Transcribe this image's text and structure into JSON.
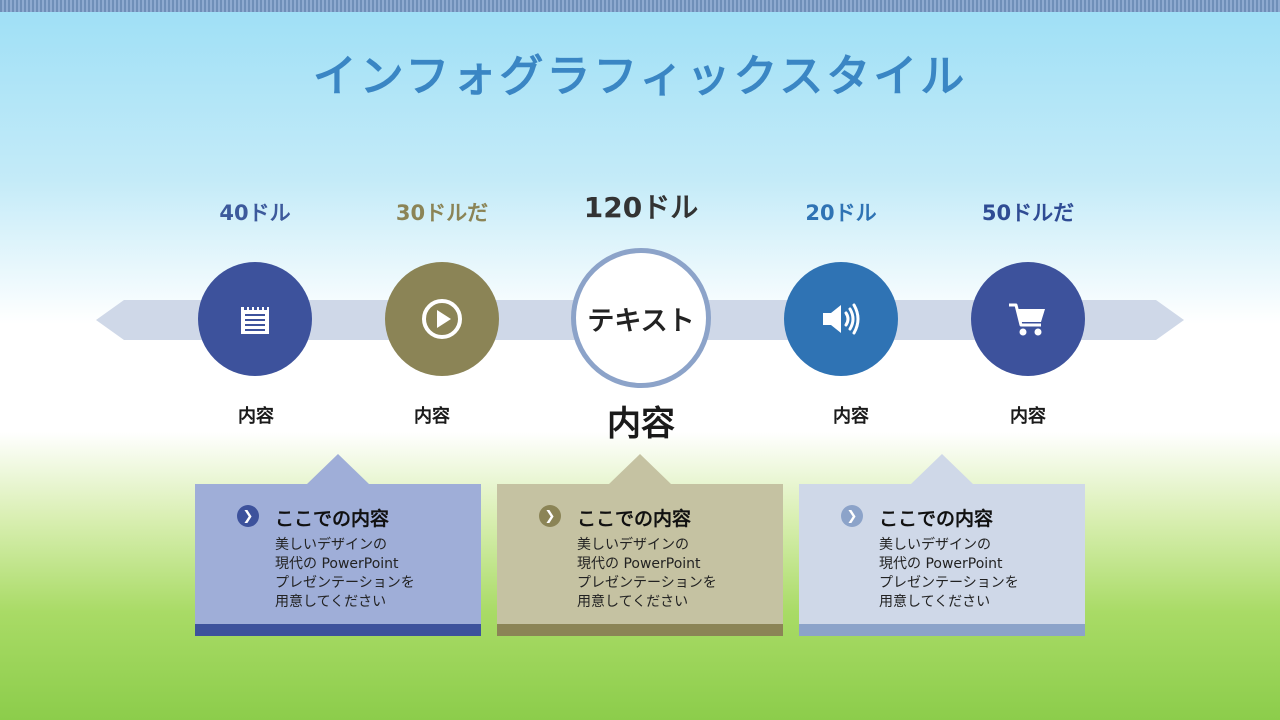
{
  "title": "インフォグラフィックスタイル",
  "prices": [
    "40ドル",
    "30ドルだ",
    "120ドル",
    "20ドル",
    "50ドルだ"
  ],
  "center_text": "テキスト",
  "labels": [
    "内容",
    "内容",
    "内容",
    "内容",
    "内容"
  ],
  "icons": [
    "notepad-icon",
    "play-icon",
    "speaker-icon",
    "cart-icon"
  ],
  "colors": {
    "blue": "#3d529c",
    "olive": "#8b8456",
    "mid_blue": "#2f73b4",
    "light_blue": "#8ca3c9",
    "band": "#cfd8e8"
  },
  "cards": [
    {
      "title": "ここでの内容",
      "lines": [
        "美しいデザインの",
        "現代の PowerPoint",
        "プレゼンテーションを",
        "用意してください"
      ]
    },
    {
      "title": "ここでの内容",
      "lines": [
        "美しいデザインの",
        "現代の PowerPoint",
        "プレゼンテーションを",
        "用意してください"
      ]
    },
    {
      "title": "ここでの内容",
      "lines": [
        "美しいデザインの",
        "現代の PowerPoint",
        "プレゼンテーションを",
        "用意してください"
      ]
    }
  ]
}
